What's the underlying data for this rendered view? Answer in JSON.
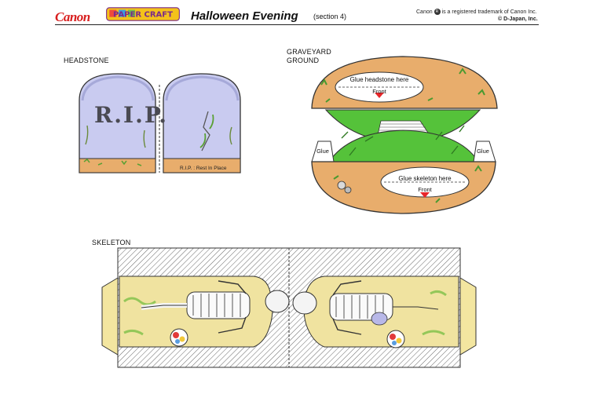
{
  "header": {
    "brand": "Canon",
    "logo_text": "PAPER CRAFT",
    "title": "Halloween Evening",
    "section": "(section 4)",
    "trademark_pre": "Canon",
    "trademark_post": "is a registered trademark of Canon Inc.",
    "copyright": "© D-Japan, Inc."
  },
  "headstone": {
    "label": "HEADSTONE",
    "engraving": "R.I.P.",
    "caption": "R.I.P. : Rest In Place"
  },
  "ground": {
    "label_line1": "GRAVEYARD",
    "label_line2": "GROUND",
    "glue_headstone": "Glue headstone here",
    "glue_skeleton": "Glue skeleton here",
    "front_top": "Front",
    "front_bottom": "Front",
    "glue_left": "Glue",
    "glue_right": "Glue"
  },
  "skeleton": {
    "label": "SKELETON"
  },
  "colors": {
    "brand_red": "#d81e1e",
    "stone": "#c8c8ee",
    "earth": "#e8ad6c",
    "grass": "#55c23a",
    "front_arrow": "#e8262a"
  }
}
